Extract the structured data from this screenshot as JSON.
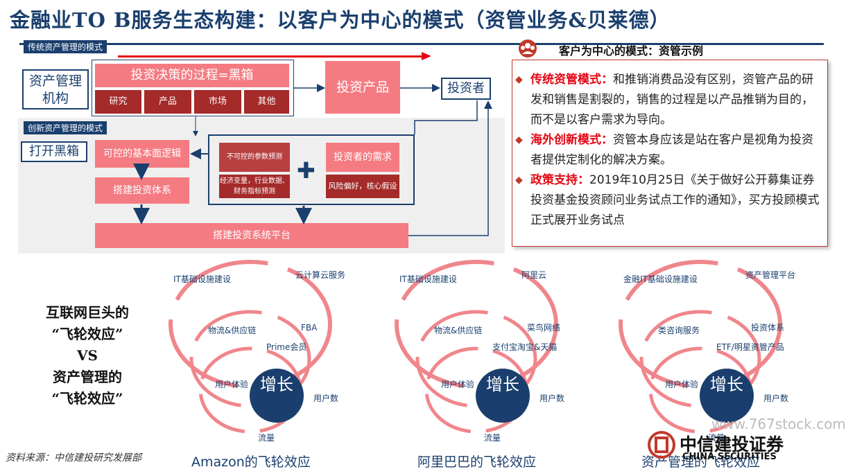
{
  "title": "金融业TO B服务生态构建：以客户为中心的模式（资管业务&贝莱德）",
  "traditional": {
    "tag": "传统资产管理的模式",
    "institution": "资产管理机构",
    "blackbox": "投资决策的过程=黑箱",
    "subs": [
      "研究",
      "产品",
      "市场",
      "其他"
    ],
    "product": "投资产品",
    "investor": "投资者"
  },
  "innovative": {
    "tag": "创新资产管理的模式",
    "open": "打开黑箱",
    "logic": "可控的基本面逻辑",
    "build": "搭建投资体系",
    "uncontrollable": "不可控的参数预测",
    "variables": "经济变量，行业数据、财务指标预测",
    "needs": "投资者的需求",
    "risk": "风险偏好，核心假设",
    "platform": "搭建投资系统平台"
  },
  "panel": {
    "header": "客户为中心的模式：资管示例",
    "items": [
      {
        "label": "传统资管模式：",
        "text": "和推销消费品没有区别，资管产品的研发和销售是割裂的，销售的过程是以产品推销为目的，而不是以客户需求为导向。"
      },
      {
        "label": "海外创新模式：",
        "text": "资管本身应该是站在客户是视角为投资者提供定制化的解决方案。"
      },
      {
        "label": "政策支持：",
        "text": "2019年10月25日《关于做好公开募集证券投资基金投资顾问业务试点工作的通知》，买方投顾模式正式展开业务试点"
      }
    ]
  },
  "left_text": [
    "互联网巨头的",
    "“飞轮效应”",
    "VS",
    "资产管理的",
    "“飞轮效应”"
  ],
  "wheels": [
    {
      "outer": [
        "IT基础设施建设",
        "云计算云服务"
      ],
      "mid": [
        "物流&供应链",
        "FBA"
      ],
      "inner": "Prime会员",
      "left": "用户体验",
      "right": "用户数",
      "bottom": "流量",
      "center": "增长",
      "caption": "Amazon的飞轮效应"
    },
    {
      "outer": [
        "IT基础设施建设",
        "阿里云"
      ],
      "mid": [
        "物流&供应链",
        "菜鸟网络"
      ],
      "inner": "支付宝淘宝&天猫",
      "left": "用户体验",
      "right": "用户数",
      "bottom": "流量",
      "center": "增长",
      "caption": "阿里巴巴的飞轮效应"
    },
    {
      "outer": [
        "金融IT基础设施建设",
        "资产管理平台"
      ],
      "mid": [
        "类咨询服务",
        "投资体系"
      ],
      "inner": "ETF/明星资管产品",
      "left": "用户体验",
      "right": "用户数",
      "bottom": "流量",
      "center": "增长",
      "caption": "资产管理的飞轮效应"
    }
  ],
  "source": "资料来源：中信建投研究发展部",
  "watermark": "www.767stock.com",
  "logo": {
    "cn": "中信建投证券",
    "en": "CHINA SECURITIES"
  }
}
